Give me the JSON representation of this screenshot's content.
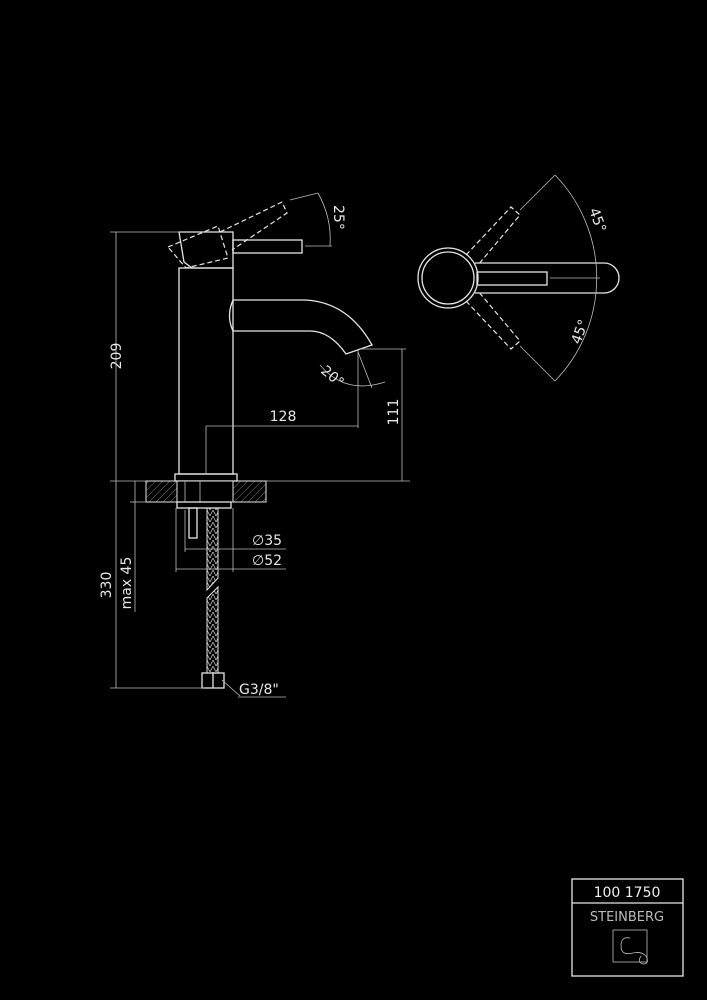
{
  "drawing": {
    "side_view": {
      "dim_height": "209",
      "dim_reach": "128",
      "dim_spout_height": "111",
      "angle_lever": "25°",
      "angle_spout": "20°",
      "dim_total": "330",
      "dim_max_thickness": "max 45",
      "dim_hole_diameter": "∅35",
      "dim_base_diameter": "∅52",
      "thread": "G3/8\""
    },
    "top_view": {
      "angle_upper": "45°",
      "angle_lower": "45°"
    }
  },
  "title_block": {
    "product_code": "100 1750",
    "brand": "STEINBERG"
  },
  "colors": {
    "background": "#000000",
    "line": "#e6e6e6"
  }
}
